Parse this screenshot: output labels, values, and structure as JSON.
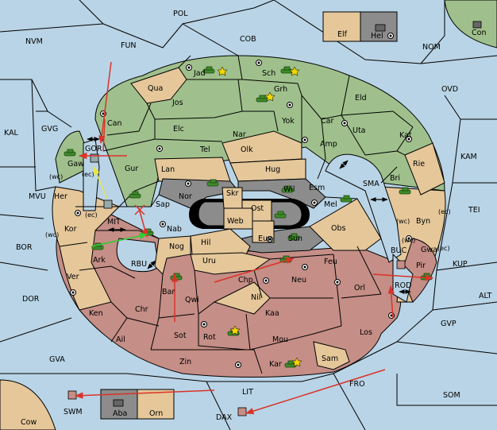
{
  "colors": {
    "sea": "#b9d4e6",
    "green": "#9fc08c",
    "tan": "#e5c79a",
    "red": "#c58e86",
    "gray": "#8c8c8c",
    "black": "#000000",
    "order_red": "#d9332a",
    "order_green": "#33cc33",
    "order_yellow": "#e6e64d"
  },
  "sea_labels": {
    "pol": "POL",
    "nvm": "NVM",
    "fun": "FUN",
    "cob": "COB",
    "nom": "NOM",
    "ovd": "OVD",
    "kal": "KAL",
    "gvg": "GVG",
    "mvu": "MVU",
    "bor": "BOR",
    "dor": "DOR",
    "gva": "GVA",
    "lit": "LIT",
    "fro": "FRO",
    "som": "SOM",
    "gvp": "GVP",
    "alt": "ALT",
    "kup": "KUP",
    "tei": "TEI",
    "kam": "KAM",
    "sma": "SMA",
    "mit": "MIT",
    "rbu": "RBU",
    "rod": "ROD",
    "buc": "BUC",
    "gor": "GOR",
    "swm": "SWM",
    "dax": "DAX"
  },
  "land_labels": {
    "con": "Con",
    "elf": "Elf",
    "hel": "Hel",
    "cow": "Cow",
    "aba": "Aba",
    "orn": "Orn",
    "jad": "Jad",
    "sch": "Sch",
    "qua": "Qua",
    "grh": "Grh",
    "jos": "Jos",
    "eld": "Eld",
    "can": "Can",
    "yok": "Yok",
    "car": "Car",
    "uta": "Uta",
    "elc": "Elc",
    "nar": "Nar",
    "kat": "Kat",
    "tel": "Tel",
    "olk": "Olk",
    "amp": "Amp",
    "gaw": "Gaw",
    "gur": "Gur",
    "lan": "Lan",
    "hug": "Hug",
    "rie": "Rie",
    "bri": "Bri",
    "wil": "Wil",
    "esm": "Esm",
    "nor": "Nor",
    "skr": "Skr",
    "ost": "Ost",
    "her": "Her",
    "sap": "Sap",
    "web": "Web",
    "mel": "Mel",
    "byn": "Byn",
    "kor": "Kor",
    "nab": "Nab",
    "eun": "Eun",
    "sun": "Sun",
    "obs": "Obs",
    "gwa": "Gwa",
    "hil": "Hil",
    "nog": "Nog",
    "ark": "Ark",
    "uru": "Uru",
    "feu": "Feu",
    "pir": "Pir",
    "ver": "Ver",
    "chp": "Chp",
    "neu": "Neu",
    "orl": "Orl",
    "bar": "Bar",
    "qwi": "Qwi",
    "nil": "Nil",
    "ken": "Ken",
    "chr": "Chr",
    "kaa": "Kaa",
    "ail": "Ail",
    "sot": "Sot",
    "rot": "Rot",
    "mou": "Mou",
    "los": "Los",
    "zin": "Zin",
    "kar": "Kar",
    "sam": "Sam"
  },
  "coast_labels": {
    "gor_ec": "(ec)",
    "gaw_wc": "(wc)",
    "mit_ec": "(ec)",
    "kor_wc": "(wc)",
    "byn_wc": "(wc)",
    "byn_ec": "(ec)",
    "gwa_wc": "(wc)",
    "gwa_ec": "(ec)"
  }
}
